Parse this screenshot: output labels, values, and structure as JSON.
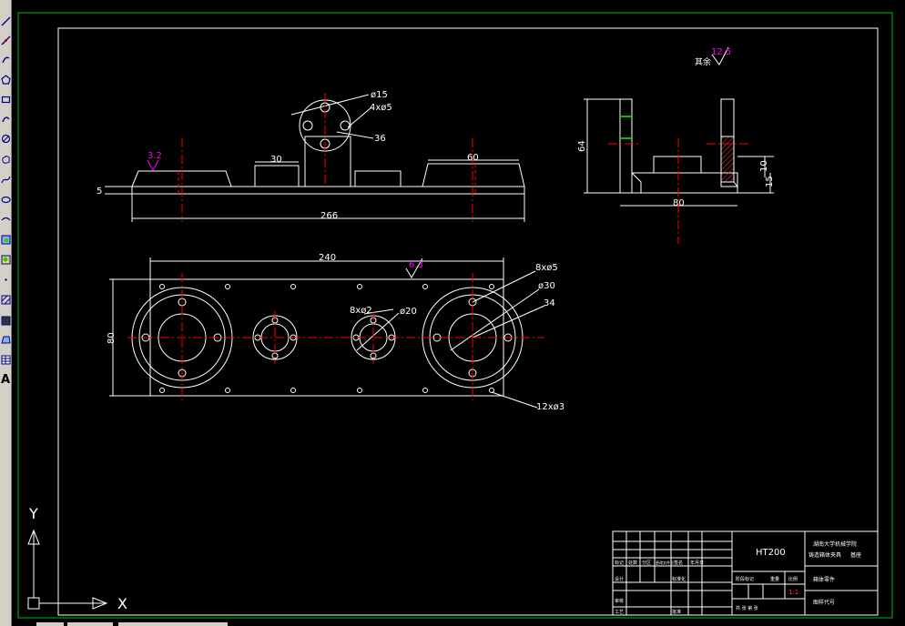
{
  "toolbar": {
    "tools": [
      {
        "name": "line-tool-icon",
        "glyph": "line"
      },
      {
        "name": "construction-line-tool-icon",
        "glyph": "xline"
      },
      {
        "name": "polyline-tool-icon",
        "glyph": "pline"
      },
      {
        "name": "polygon-tool-icon",
        "glyph": "polygon"
      },
      {
        "name": "rectangle-tool-icon",
        "glyph": "rect"
      },
      {
        "name": "arc-tool-icon",
        "glyph": "arc"
      },
      {
        "name": "circle-tool-icon",
        "glyph": "circle"
      },
      {
        "name": "revision-cloud-tool-icon",
        "glyph": "cloud"
      },
      {
        "name": "spline-tool-icon",
        "glyph": "spline"
      },
      {
        "name": "ellipse-tool-icon",
        "glyph": "ellipse"
      },
      {
        "name": "ellipse-arc-tool-icon",
        "glyph": "ellarc"
      },
      {
        "name": "insert-block-tool-icon",
        "glyph": "block"
      },
      {
        "name": "make-block-tool-icon",
        "glyph": "mblock"
      },
      {
        "name": "point-tool-icon",
        "glyph": "point"
      },
      {
        "name": "hatch-tool-icon",
        "glyph": "hatch"
      },
      {
        "name": "gradient-tool-icon",
        "glyph": "gradient"
      },
      {
        "name": "region-tool-icon",
        "glyph": "region"
      },
      {
        "name": "table-tool-icon",
        "glyph": "table"
      },
      {
        "name": "multiline-text-tool-icon",
        "glyph": "text",
        "label": "A"
      }
    ]
  },
  "colors": {
    "background": "#000000",
    "geometry": "#ffffff",
    "centerline": "#ff0000",
    "roughness": "#ff00ff",
    "viewport_border": "#00c000",
    "hatch": "#ff4040"
  },
  "drawing": {
    "front_view": {
      "dim_length": "266",
      "dim_height": "5",
      "dim_boss_width": "30",
      "dim_right_width": "60",
      "dim_boss_dia": "ø15",
      "dim_holes": "4xø5",
      "dim_pcd": "36",
      "roughness": "3.2"
    },
    "side_view": {
      "dim_height": "64",
      "dim_width": "80",
      "dim_10": "10",
      "dim_15": "15",
      "roughness_label": "其余",
      "roughness": "12.5"
    },
    "top_view": {
      "dim_length": "240",
      "dim_height": "80",
      "dim_8x5": "8xø5",
      "dim_30": "ø30",
      "dim_34": "34",
      "dim_8x2": "8xø2",
      "dim_20": "ø20",
      "dim_12x3": "12xø3",
      "roughness": "6.3"
    },
    "axes": {
      "y": "Y",
      "x": "X"
    }
  },
  "title_block": {
    "material": "HT200",
    "school": "湖南大学机械学院",
    "drawing_name": "基座",
    "part_title": "铸造箱体夹具",
    "left_cells": [
      "标记",
      "处数",
      "分区",
      "更改文件号",
      "签名",
      "年月日"
    ],
    "designer": "设计",
    "standardization": "标准化",
    "review": "审核",
    "process": "工艺",
    "approve": "批准",
    "stage": "阶段标记",
    "weight": "重量",
    "scale": "比例",
    "scale_value": "1:1",
    "sheet_row": "共  张  第  张",
    "part_code": "箱体零件",
    "drawing_number": "图样代号"
  }
}
